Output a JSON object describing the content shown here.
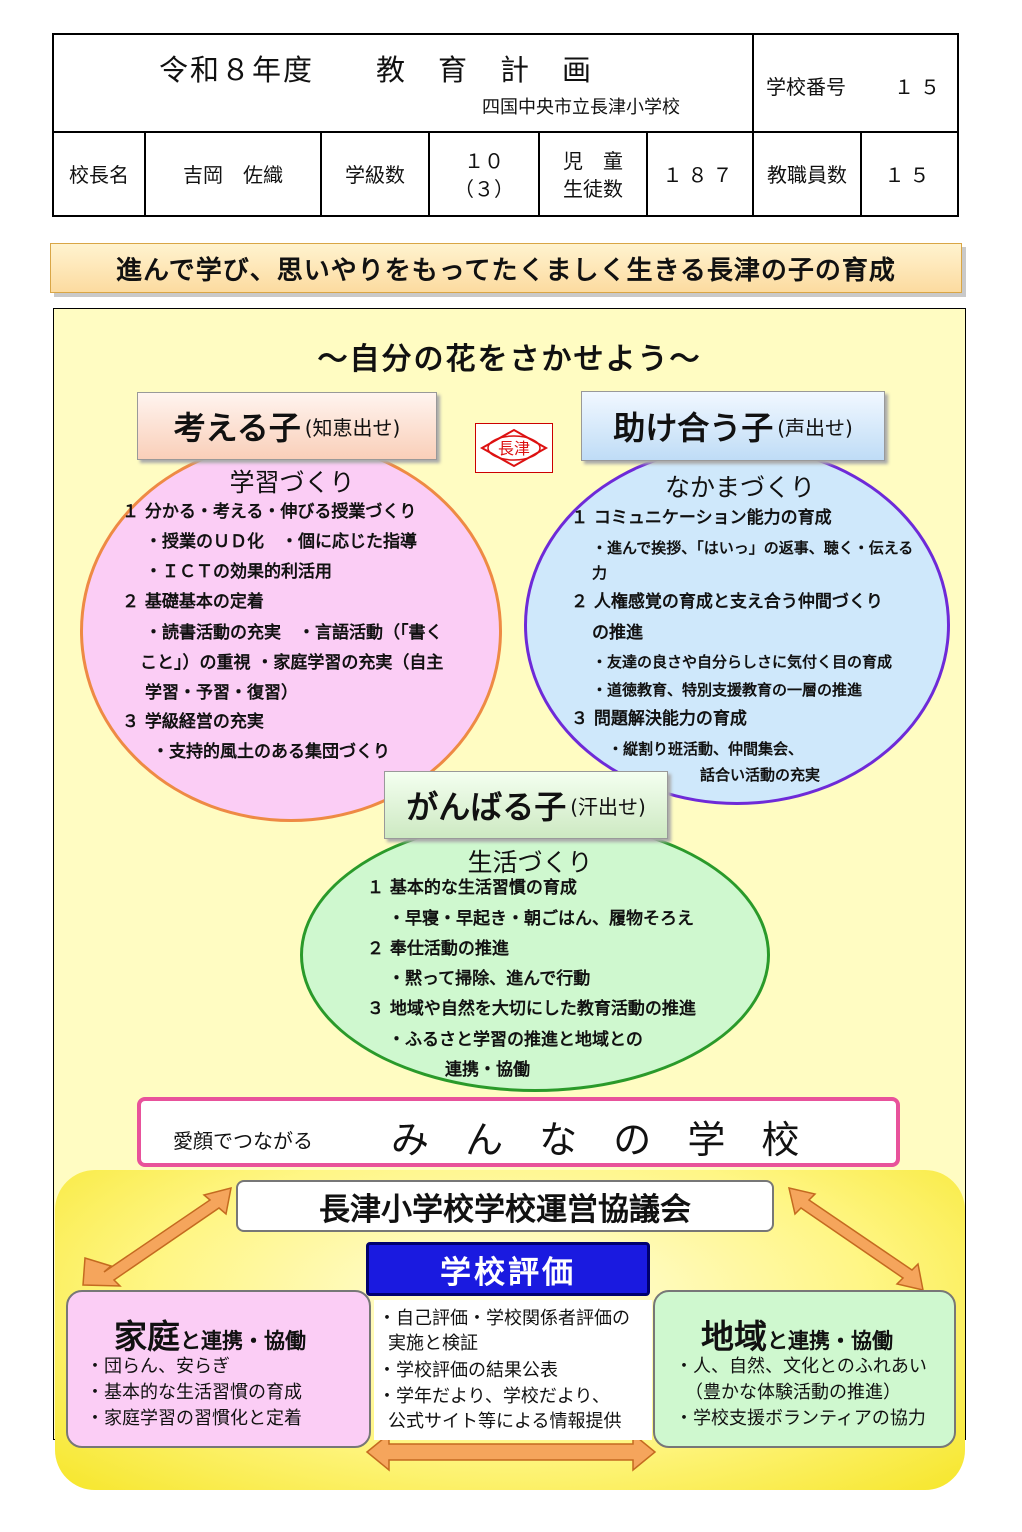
{
  "header": {
    "title": "令和８年度　　教　育　計　画",
    "school_name": "四国中央市立長津小学校",
    "school_number_label": "学校番号",
    "school_number": "１５",
    "principal_label": "校長名",
    "principal_name": "吉岡　佐織",
    "classes_label": "学級数",
    "classes_value": "１０",
    "classes_sub": "（３）",
    "students_label_1": "児　童",
    "students_label_2": "生徒数",
    "students_value": "１８７",
    "staff_label": "教職員数",
    "staff_value": "１５"
  },
  "banner": "進んで学び、思いやりをもってたくましく生きる長津の子の育成",
  "slogan": "～自分の花をさかせよう～",
  "logo_text": "長津",
  "think": {
    "tag": "考える子",
    "tag_sub": "(知恵出せ)",
    "title": "学習づくり",
    "lines": [
      "１ 分かる・考える・伸びる授業づくり",
      "・授業のＵＤ化　・個に応じた指導",
      "・ＩＣＴの効果的利活用",
      "２ 基礎基本の定着",
      "・読書活動の充実　・言語活動（「書く",
      "こと」）の重視 ・家庭学習の充実（自主",
      "学習・予習・復習）",
      "３ 学級経営の充実",
      "・支持的風土のある集団づくり"
    ]
  },
  "help": {
    "tag": "助け合う子",
    "tag_sub": "(声出せ)",
    "title": "なかまづくり",
    "lines": [
      "１ コミュニケーション能力の育成",
      "・進んで挨拶、「はいっ」の返事、聴く・伝える",
      "力",
      "２ 人権感覚の育成と支え合う仲間づくり",
      "の推進",
      "・友達の良さや自分らしさに気付く目の育成",
      "・道徳教育、特別支援教育の一層の推進",
      "３ 問題解決能力の育成",
      "・縦割り班活動、仲間集会、",
      "話合い活動の充実"
    ]
  },
  "strive": {
    "tag": "がんばる子",
    "tag_sub": "(汗出せ)",
    "title": "生活づくり",
    "lines": [
      "１ 基本的な生活習慣の育成",
      "・早寝・早起き・朝ごはん、履物そろえ",
      "２ 奉仕活動の推進",
      "・黙って掃除、進んで行動",
      "３ 地域や自然を大切にした教育活動の推進",
      "・ふるさと学習の推進と地域との",
      "連携・協働"
    ]
  },
  "minna": {
    "prefix": "愛顔でつながる",
    "main": "み ん な の 学 校"
  },
  "council": "長津小学校学校運営協議会",
  "evaluation": {
    "title": "学校評価",
    "lines": [
      "・自己評価・学校関係者評価の",
      "実施と検証",
      "・学校評価の結果公表",
      "・学年だより、学校だより、",
      "公式サイト等による情報提供"
    ]
  },
  "family": {
    "title": "家庭",
    "title_sub": "と連携・協働",
    "lines": [
      "・団らん、安らぎ",
      "・基本的な生活習慣の育成",
      "・家庭学習の習慣化と定着"
    ]
  },
  "community": {
    "title": "地域",
    "title_sub": "と連携・協働",
    "lines": [
      "・人、自然、文化とのふれあい",
      "（豊かな体験活動の推進）",
      "・学校支援ボランティアの協力"
    ]
  },
  "colors": {
    "think_fill": "#fbcdf5",
    "think_border": "#ee8a44",
    "help_fill": "#cfe8fb",
    "help_border": "#6e2ad8",
    "strive_fill": "#cff8cf",
    "strive_border": "#2a9a2a",
    "arrow": "#f5a55c"
  }
}
